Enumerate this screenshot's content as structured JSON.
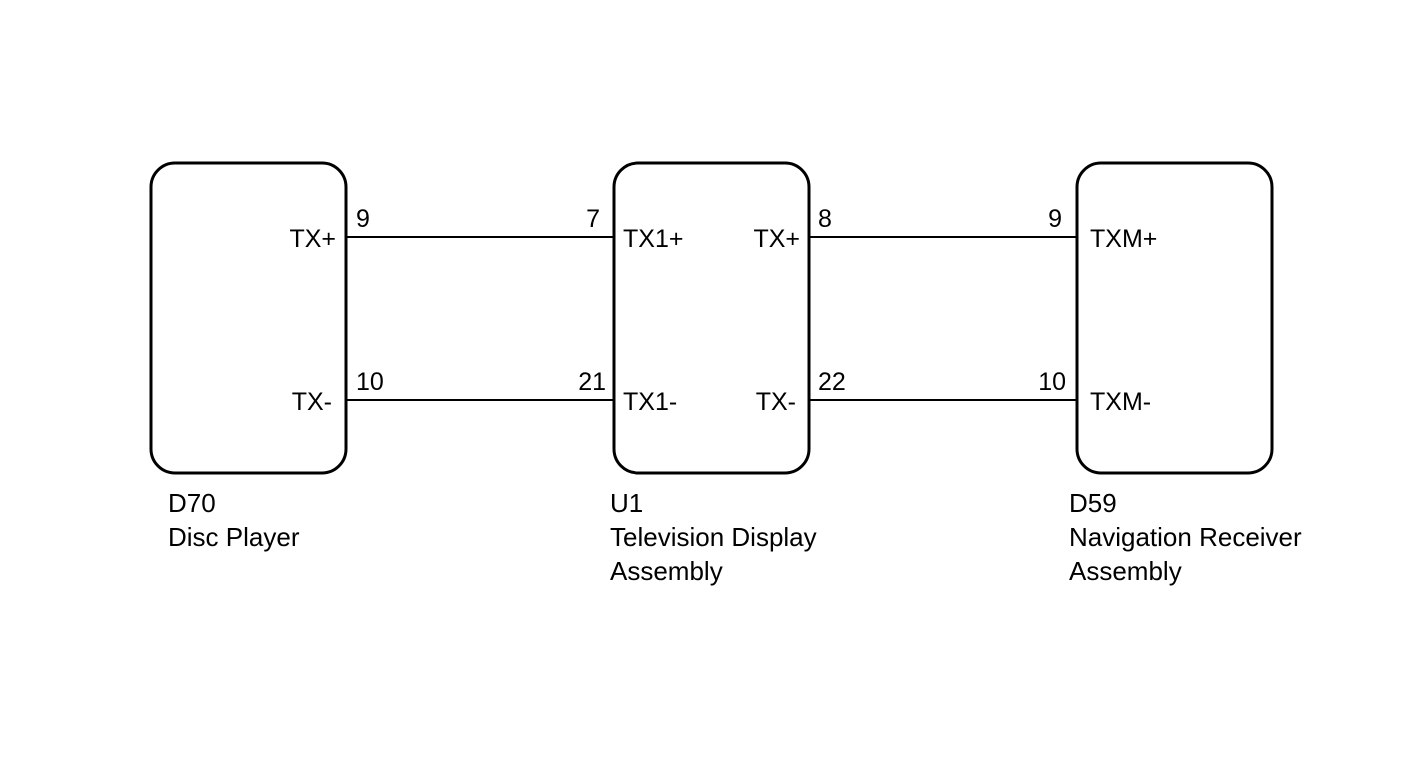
{
  "components": {
    "d70": {
      "code": "D70",
      "name": "Disc Player",
      "pins": {
        "tx_plus": "TX+",
        "tx_minus": "TX-"
      }
    },
    "u1": {
      "code": "U1",
      "name_line1": "Television Display",
      "name_line2": "Assembly",
      "pins": {
        "tx1_plus": "TX1+",
        "tx1_minus": "TX1-",
        "tx_plus": "TX+",
        "tx_minus": "TX-"
      }
    },
    "d59": {
      "code": "D59",
      "name_line1": "Navigation Receiver",
      "name_line2": "Assembly",
      "pins": {
        "txm_plus": "TXM+",
        "txm_minus": "TXM-"
      }
    }
  },
  "wires": [
    {
      "from": "D70 TX+",
      "from_pin": "9",
      "to": "U1 TX1+",
      "to_pin": "7"
    },
    {
      "from": "D70 TX-",
      "from_pin": "10",
      "to": "U1 TX1-",
      "to_pin": "21"
    },
    {
      "from": "U1 TX+",
      "from_pin": "8",
      "to": "D59 TXM+",
      "to_pin": "9"
    },
    {
      "from": "U1 TX-",
      "from_pin": "22",
      "to": "D59 TXM-",
      "to_pin": "10"
    }
  ]
}
